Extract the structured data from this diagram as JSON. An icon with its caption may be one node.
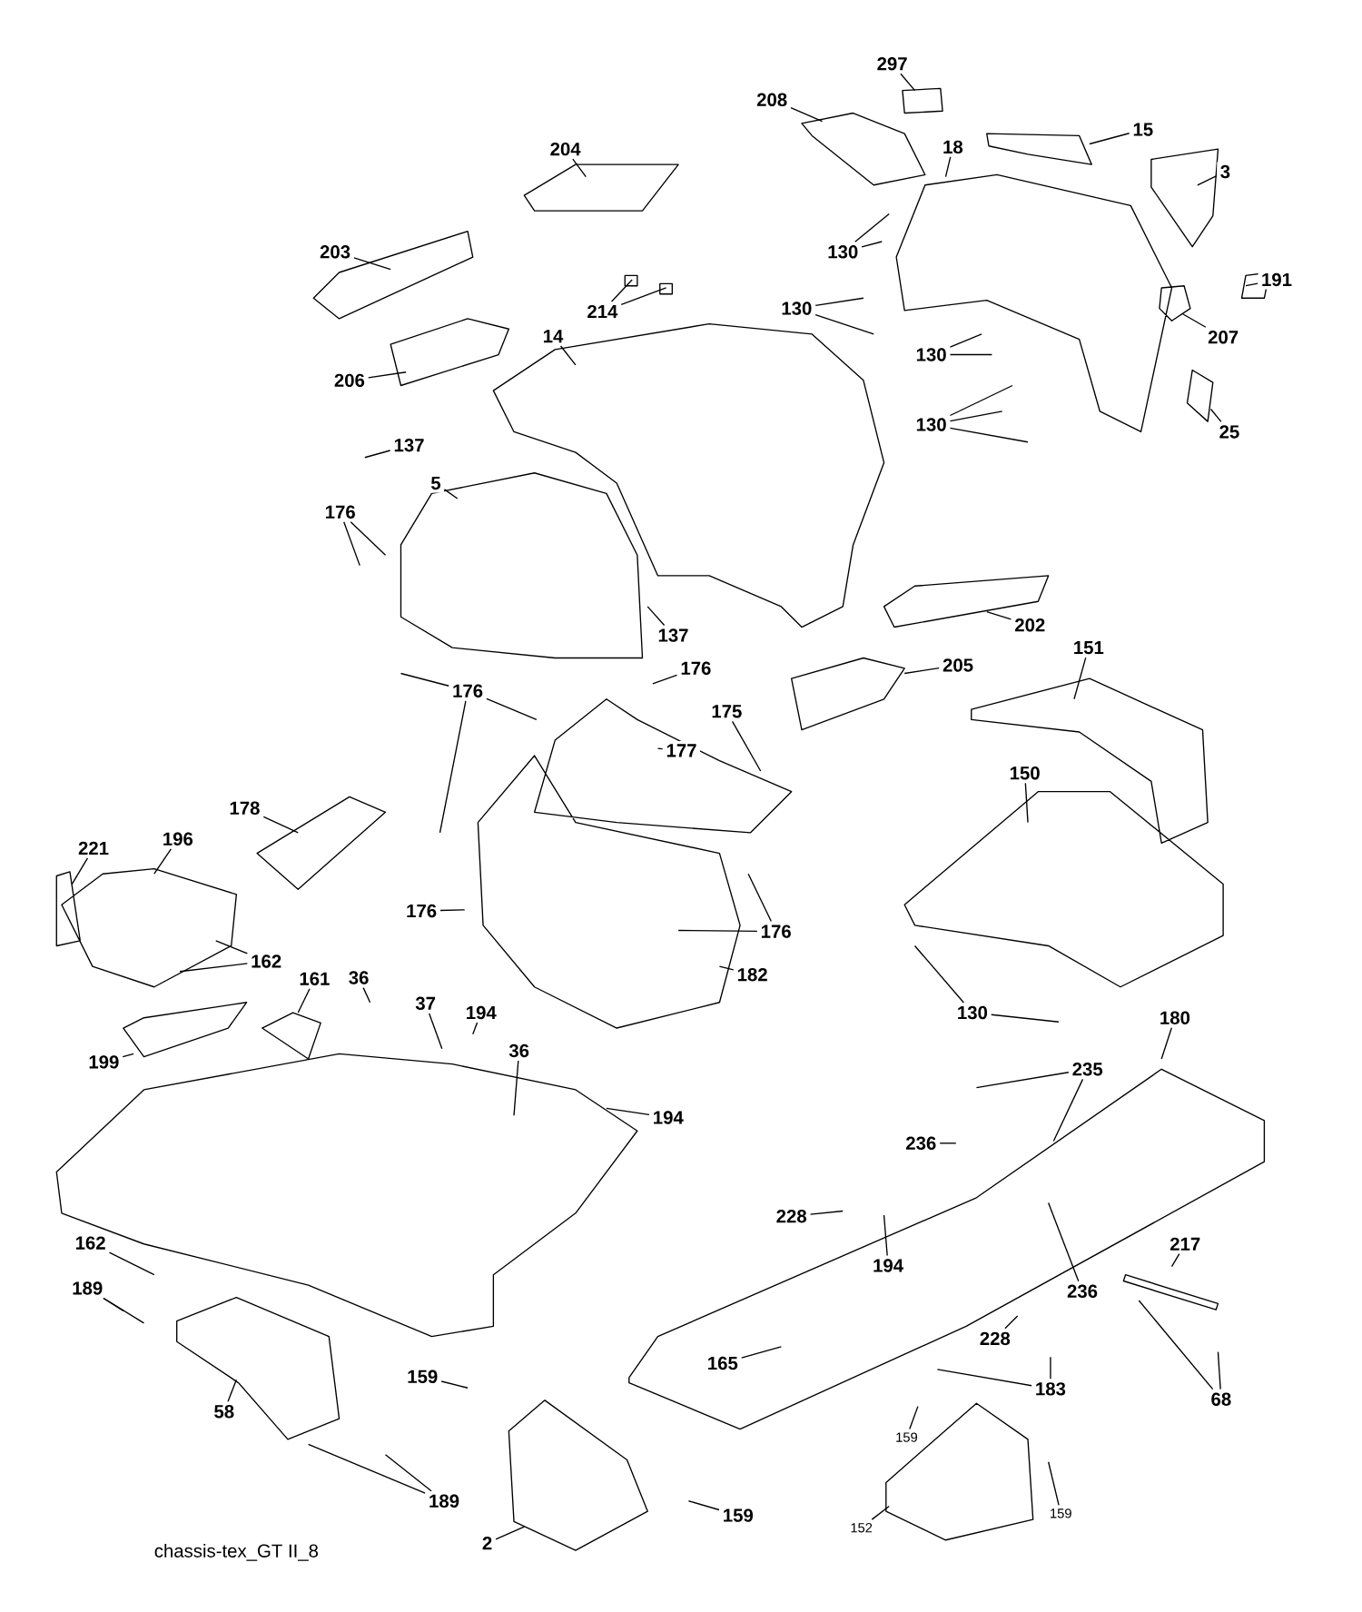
{
  "diagram": {
    "nodes": [
      {
        "text": [
          "297"
        ]
      },
      {
        "text": [
          "208"
        ]
      },
      {
        "text": [
          "15"
        ]
      },
      {
        "text": [
          "204"
        ]
      },
      {
        "text": [
          "18"
        ]
      },
      {
        "text": [
          "3"
        ]
      },
      {
        "text": [
          "130"
        ]
      },
      {
        "text": [
          "203"
        ]
      },
      {
        "text": [
          "214"
        ]
      },
      {
        "text": [
          "191"
        ]
      },
      {
        "text": [
          "130"
        ]
      },
      {
        "text": [
          "207"
        ]
      },
      {
        "text": [
          "14"
        ]
      },
      {
        "text": [
          "130"
        ]
      },
      {
        "text": [
          "206"
        ]
      },
      {
        "text": [
          "25"
        ]
      },
      {
        "text": [
          "130"
        ]
      },
      {
        "text": [
          "137"
        ]
      },
      {
        "text": [
          "5"
        ]
      },
      {
        "text": [
          "176"
        ]
      },
      {
        "text": [
          "137"
        ]
      },
      {
        "text": [
          "202"
        ]
      },
      {
        "text": [
          "176"
        ]
      },
      {
        "text": [
          "176"
        ]
      },
      {
        "text": [
          "205"
        ]
      },
      {
        "text": [
          "151"
        ]
      },
      {
        "text": [
          "175"
        ]
      },
      {
        "text": [
          "177"
        ]
      },
      {
        "text": [
          "150"
        ]
      },
      {
        "text": [
          "178"
        ]
      },
      {
        "text": [
          "221"
        ]
      },
      {
        "text": [
          "196"
        ]
      },
      {
        "text": [
          "176"
        ]
      },
      {
        "text": [
          "176"
        ]
      },
      {
        "text": [
          "162"
        ]
      },
      {
        "text": [
          "182"
        ]
      },
      {
        "text": [
          "130"
        ]
      },
      {
        "text": [
          "36"
        ]
      },
      {
        "text": [
          "37"
        ]
      },
      {
        "text": [
          "161"
        ]
      },
      {
        "text": [
          "194"
        ]
      },
      {
        "text": [
          "36"
        ]
      },
      {
        "text": [
          "199"
        ]
      },
      {
        "text": [
          "180"
        ]
      },
      {
        "text": [
          "235"
        ]
      },
      {
        "text": [
          "194"
        ]
      },
      {
        "text": [
          "236"
        ]
      },
      {
        "text": [
          "228"
        ]
      },
      {
        "text": [
          "194"
        ]
      },
      {
        "text": [
          "236"
        ]
      },
      {
        "text": [
          "217"
        ]
      },
      {
        "text": [
          "162"
        ]
      },
      {
        "text": [
          "189"
        ]
      },
      {
        "text": [
          "228"
        ]
      },
      {
        "text": [
          "165"
        ]
      },
      {
        "text": [
          "183"
        ]
      },
      {
        "text": [
          "68"
        ]
      },
      {
        "text": [
          "58"
        ]
      },
      {
        "text": [
          "159"
        ]
      },
      {
        "text": [
          "159"
        ]
      },
      {
        "text": [
          "189"
        ]
      },
      {
        "text": [
          "159"
        ]
      },
      {
        "text": [
          "152"
        ]
      },
      {
        "text": [
          "159"
        ]
      },
      {
        "text": [
          "2"
        ]
      }
    ],
    "edges": [
      {
        "from": 0,
        "to": null,
        "arrow": "none"
      },
      {
        "from": 1,
        "to": null,
        "arrow": "none"
      },
      {
        "from": 2,
        "to": null,
        "arrow": "none"
      },
      {
        "from": 3,
        "to": null,
        "arrow": "none"
      },
      {
        "from": 4,
        "to": null,
        "arrow": "none"
      },
      {
        "from": 5,
        "to": null,
        "arrow": "none"
      },
      {
        "from": 6,
        "to": null,
        "arrow": "none"
      },
      {
        "from": 6,
        "to": null,
        "arrow": "none"
      },
      {
        "from": 7,
        "to": null,
        "arrow": "none"
      },
      {
        "from": 8,
        "to": null,
        "arrow": "none"
      },
      {
        "from": 8,
        "to": null,
        "arrow": "none"
      },
      {
        "from": 9,
        "to": null,
        "arrow": "none"
      },
      {
        "from": 10,
        "to": null,
        "arrow": "none"
      },
      {
        "from": 10,
        "to": null,
        "arrow": "none"
      },
      {
        "from": 11,
        "to": null,
        "arrow": "none"
      },
      {
        "from": 12,
        "to": null,
        "arrow": "none"
      },
      {
        "from": 13,
        "to": null,
        "arrow": "none"
      },
      {
        "from": 13,
        "to": null,
        "arrow": "none"
      },
      {
        "from": 14,
        "to": null,
        "arrow": "none"
      },
      {
        "from": 15,
        "to": null,
        "arrow": "none"
      },
      {
        "from": 16,
        "to": null,
        "arrow": "none"
      },
      {
        "from": 16,
        "to": null,
        "arrow": "none"
      },
      {
        "from": 16,
        "to": null,
        "arrow": "none"
      },
      {
        "from": 17,
        "to": null,
        "arrow": "none"
      },
      {
        "from": 18,
        "to": null,
        "arrow": "none"
      },
      {
        "from": 19,
        "to": null,
        "arrow": "none"
      },
      {
        "from": 19,
        "to": null,
        "arrow": "none"
      },
      {
        "from": 20,
        "to": null,
        "arrow": "none"
      },
      {
        "from": 21,
        "to": null,
        "arrow": "none"
      },
      {
        "from": 22,
        "to": null,
        "arrow": "none"
      },
      {
        "from": 23,
        "to": null,
        "arrow": "none"
      },
      {
        "from": 23,
        "to": null,
        "arrow": "none"
      },
      {
        "from": 23,
        "to": null,
        "arrow": "none"
      },
      {
        "from": 24,
        "to": null,
        "arrow": "none"
      },
      {
        "from": 25,
        "to": null,
        "arrow": "none"
      },
      {
        "from": 26,
        "to": null,
        "arrow": "none"
      },
      {
        "from": 27,
        "to": null,
        "arrow": "none"
      },
      {
        "from": 28,
        "to": null,
        "arrow": "none"
      },
      {
        "from": 29,
        "to": null,
        "arrow": "none"
      },
      {
        "from": 30,
        "to": null,
        "arrow": "none"
      },
      {
        "from": 31,
        "to": null,
        "arrow": "none"
      },
      {
        "from": 32,
        "to": null,
        "arrow": "none"
      },
      {
        "from": 33,
        "to": null,
        "arrow": "none"
      },
      {
        "from": 33,
        "to": null,
        "arrow": "none"
      },
      {
        "from": 34,
        "to": null,
        "arrow": "none"
      },
      {
        "from": 34,
        "to": null,
        "arrow": "none"
      },
      {
        "from": 35,
        "to": null,
        "arrow": "none"
      },
      {
        "from": 36,
        "to": null,
        "arrow": "none"
      },
      {
        "from": 36,
        "to": null,
        "arrow": "none"
      },
      {
        "from": 37,
        "to": null,
        "arrow": "none"
      },
      {
        "from": 38,
        "to": null,
        "arrow": "none"
      },
      {
        "from": 39,
        "to": null,
        "arrow": "none"
      },
      {
        "from": 40,
        "to": null,
        "arrow": "none"
      },
      {
        "from": 41,
        "to": null,
        "arrow": "none"
      },
      {
        "from": 42,
        "to": null,
        "arrow": "none"
      },
      {
        "from": 43,
        "to": null,
        "arrow": "none"
      },
      {
        "from": 44,
        "to": null,
        "arrow": "none"
      },
      {
        "from": 44,
        "to": null,
        "arrow": "none"
      },
      {
        "from": 45,
        "to": null,
        "arrow": "none"
      },
      {
        "from": 46,
        "to": null,
        "arrow": "none"
      },
      {
        "from": 47,
        "to": null,
        "arrow": "none"
      },
      {
        "from": 48,
        "to": null,
        "arrow": "none"
      },
      {
        "from": 49,
        "to": null,
        "arrow": "none"
      },
      {
        "from": 50,
        "to": null,
        "arrow": "none"
      },
      {
        "from": 51,
        "to": null,
        "arrow": "none"
      },
      {
        "from": 52,
        "to": null,
        "arrow": "none"
      },
      {
        "from": 52,
        "to": null,
        "arrow": "none"
      },
      {
        "from": 53,
        "to": null,
        "arrow": "none"
      },
      {
        "from": 54,
        "to": null,
        "arrow": "none"
      },
      {
        "from": 55,
        "to": null,
        "arrow": "none"
      },
      {
        "from": 55,
        "to": null,
        "arrow": "none"
      },
      {
        "from": 56,
        "to": null,
        "arrow": "none"
      },
      {
        "from": 56,
        "to": null,
        "arrow": "none"
      },
      {
        "from": 57,
        "to": null,
        "arrow": "none"
      },
      {
        "from": 58,
        "to": null,
        "arrow": "none"
      },
      {
        "from": 59,
        "to": null,
        "arrow": "none"
      },
      {
        "from": 60,
        "to": null,
        "arrow": "none"
      },
      {
        "from": 60,
        "to": null,
        "arrow": "none"
      },
      {
        "from": 61,
        "to": null,
        "arrow": "none"
      },
      {
        "from": 62,
        "to": null,
        "arrow": "none"
      },
      {
        "from": 63,
        "to": null,
        "arrow": "none"
      },
      {
        "from": 64,
        "to": null,
        "arrow": "none"
      }
    ],
    "labels": [
      "chassis-tex_GT II_8"
    ]
  }
}
